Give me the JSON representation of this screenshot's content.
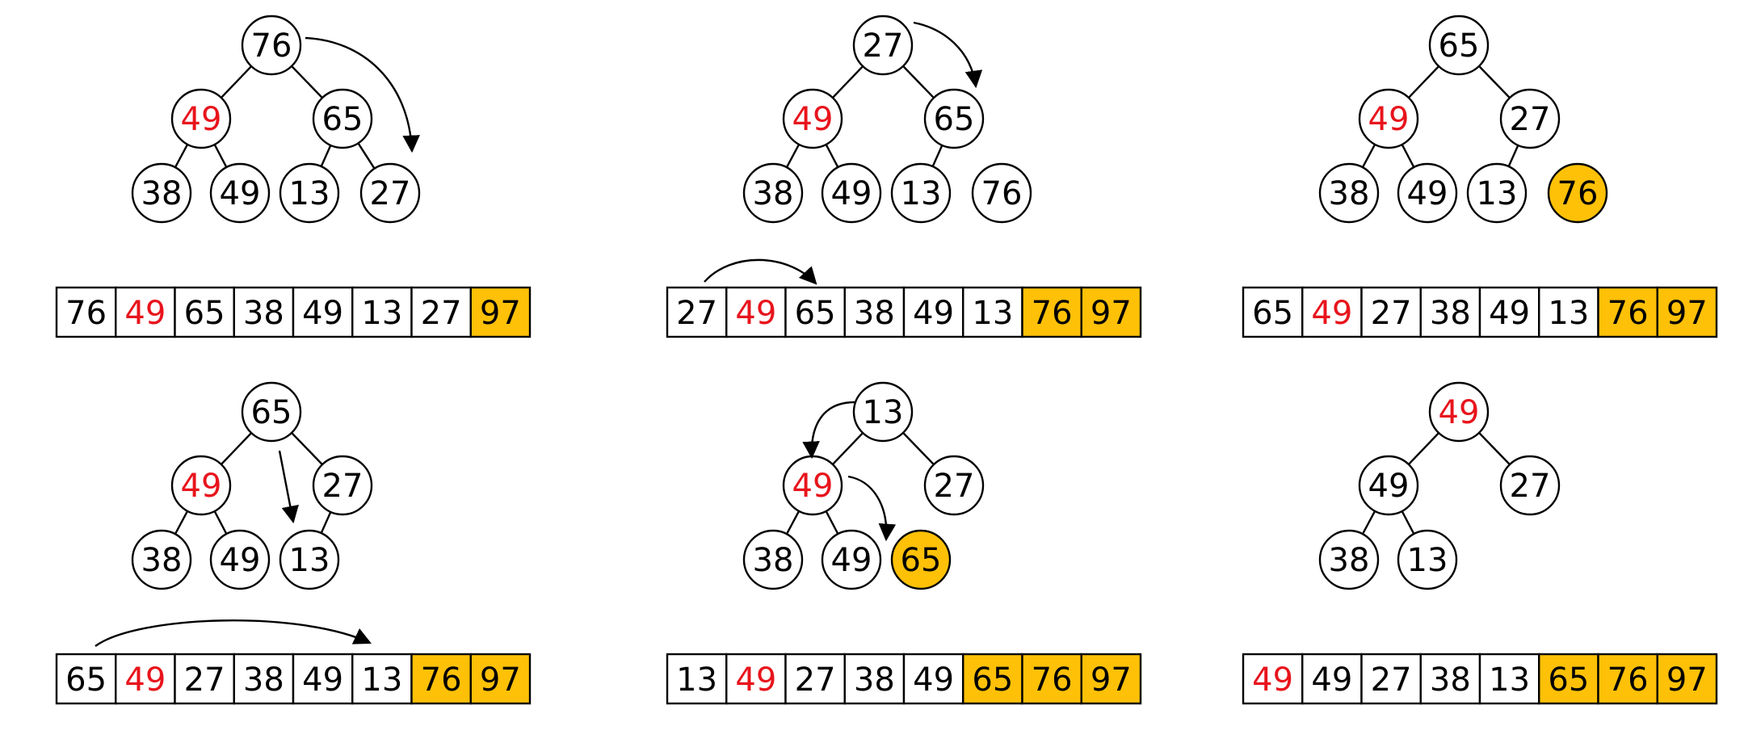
{
  "colors": {
    "highlight_text": "#e8141c",
    "sorted_fill": "#ffc107",
    "stroke": "#000000",
    "text": "#000000",
    "background": "#ffffff"
  },
  "panels": [
    {
      "array": [
        {
          "value": "76"
        },
        {
          "value": "49",
          "red": true
        },
        {
          "value": "65"
        },
        {
          "value": "38"
        },
        {
          "value": "49"
        },
        {
          "value": "13"
        },
        {
          "value": "27"
        },
        {
          "value": "97",
          "sorted": true
        }
      ],
      "tree": [
        {
          "value": "76"
        },
        {
          "value": "49",
          "red": true
        },
        {
          "value": "65"
        },
        {
          "value": "38"
        },
        {
          "value": "49"
        },
        {
          "value": "13"
        },
        {
          "value": "27"
        }
      ],
      "edges": [
        [
          0,
          1
        ],
        [
          0,
          2
        ],
        [
          1,
          3
        ],
        [
          1,
          4
        ],
        [
          2,
          5
        ],
        [
          2,
          6
        ]
      ],
      "arrows": [
        "swap root 76 with last node 27"
      ]
    },
    {
      "array": [
        {
          "value": "27"
        },
        {
          "value": "49",
          "red": true
        },
        {
          "value": "65"
        },
        {
          "value": "38"
        },
        {
          "value": "49"
        },
        {
          "value": "13"
        },
        {
          "value": "76",
          "sorted": true
        },
        {
          "value": "97",
          "sorted": true
        }
      ],
      "tree": [
        {
          "value": "27"
        },
        {
          "value": "49",
          "red": true
        },
        {
          "value": "65"
        },
        {
          "value": "38"
        },
        {
          "value": "49"
        },
        {
          "value": "13"
        },
        {
          "value": "76"
        }
      ],
      "edges": [
        [
          0,
          1
        ],
        [
          0,
          2
        ],
        [
          1,
          3
        ],
        [
          1,
          4
        ],
        [
          2,
          5
        ]
      ],
      "arrows": [
        "sift 27 down to right child 65",
        "array swap index 0 with index 2"
      ]
    },
    {
      "array": [
        {
          "value": "65"
        },
        {
          "value": "49",
          "red": true
        },
        {
          "value": "27"
        },
        {
          "value": "38"
        },
        {
          "value": "49"
        },
        {
          "value": "13"
        },
        {
          "value": "76",
          "sorted": true
        },
        {
          "value": "97",
          "sorted": true
        }
      ],
      "tree": [
        {
          "value": "65"
        },
        {
          "value": "49",
          "red": true
        },
        {
          "value": "27"
        },
        {
          "value": "38"
        },
        {
          "value": "49"
        },
        {
          "value": "13"
        },
        {
          "value": "76",
          "sorted": true
        }
      ],
      "edges": [
        [
          0,
          1
        ],
        [
          0,
          2
        ],
        [
          1,
          3
        ],
        [
          1,
          4
        ],
        [
          2,
          5
        ]
      ],
      "arrows": []
    },
    {
      "array": [
        {
          "value": "65"
        },
        {
          "value": "49",
          "red": true
        },
        {
          "value": "27"
        },
        {
          "value": "38"
        },
        {
          "value": "49"
        },
        {
          "value": "13"
        },
        {
          "value": "76",
          "sorted": true
        },
        {
          "value": "97",
          "sorted": true
        }
      ],
      "tree": [
        {
          "value": "65"
        },
        {
          "value": "49",
          "red": true
        },
        {
          "value": "27"
        },
        {
          "value": "38"
        },
        {
          "value": "49"
        },
        {
          "value": "13"
        }
      ],
      "edges": [
        [
          0,
          1
        ],
        [
          0,
          2
        ],
        [
          1,
          3
        ],
        [
          1,
          4
        ],
        [
          2,
          5
        ]
      ],
      "arrows": [
        "swap root 65 with last node 13",
        "array swap index 0 with index 5"
      ]
    },
    {
      "array": [
        {
          "value": "13"
        },
        {
          "value": "49",
          "red": true
        },
        {
          "value": "27"
        },
        {
          "value": "38"
        },
        {
          "value": "49"
        },
        {
          "value": "65",
          "sorted": true
        },
        {
          "value": "76",
          "sorted": true
        },
        {
          "value": "97",
          "sorted": true
        }
      ],
      "tree": [
        {
          "value": "13"
        },
        {
          "value": "49",
          "red": true
        },
        {
          "value": "27"
        },
        {
          "value": "38"
        },
        {
          "value": "49"
        },
        {
          "value": "65",
          "sorted": true
        }
      ],
      "edges": [
        [
          0,
          1
        ],
        [
          0,
          2
        ],
        [
          1,
          3
        ],
        [
          1,
          4
        ]
      ],
      "arrows": [
        "sift 13 down to left child 49",
        "then towards 65"
      ]
    },
    {
      "array": [
        {
          "value": "49",
          "red": true
        },
        {
          "value": "49"
        },
        {
          "value": "27"
        },
        {
          "value": "38"
        },
        {
          "value": "13"
        },
        {
          "value": "65",
          "sorted": true
        },
        {
          "value": "76",
          "sorted": true
        },
        {
          "value": "97",
          "sorted": true
        }
      ],
      "tree": [
        {
          "value": "49",
          "red": true
        },
        {
          "value": "49"
        },
        {
          "value": "27"
        },
        {
          "value": "38"
        },
        {
          "value": "13"
        }
      ],
      "edges": [
        [
          0,
          1
        ],
        [
          0,
          2
        ],
        [
          1,
          3
        ],
        [
          1,
          4
        ]
      ],
      "arrows": []
    }
  ]
}
